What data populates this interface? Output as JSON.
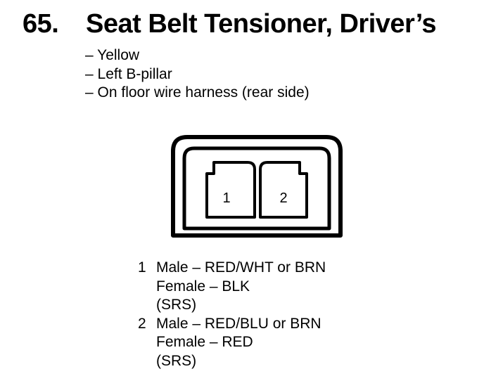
{
  "title": {
    "number": "65.",
    "text": "Seat Belt Tensioner, Driver’s"
  },
  "details": [
    "– Yellow",
    "– Left B-pillar",
    "– On floor wire harness (rear side)"
  ],
  "connector": {
    "pins": [
      "1",
      "2"
    ]
  },
  "pin_list": [
    {
      "number": "1",
      "lines": [
        "Male – RED/WHT or BRN",
        "Female – BLK",
        "(SRS)"
      ]
    },
    {
      "number": "2",
      "lines": [
        "Male – RED/BLU or BRN",
        "Female – RED",
        "(SRS)"
      ]
    }
  ]
}
